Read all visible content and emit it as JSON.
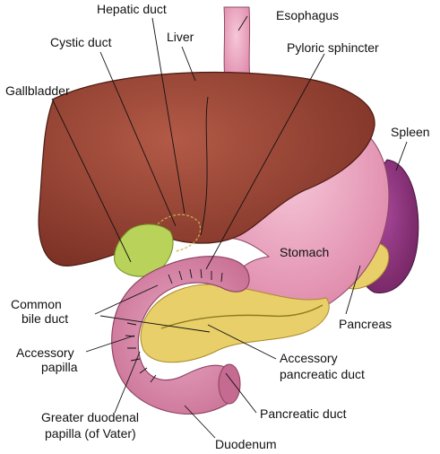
{
  "diagram": {
    "labels": {
      "hepatic_duct": "Hepatic duct",
      "esophagus": "Esophagus",
      "cystic_duct": "Cystic duct",
      "liver": "Liver",
      "pyloric_sphincter": "Pyloric sphincter",
      "gallbladder": "Gallbladder",
      "spleen": "Spleen",
      "stomach": "Stomach",
      "common_bile_duct_1": "Common",
      "common_bile_duct_2": "bile duct",
      "pancreas": "Pancreas",
      "accessory_papilla_1": "Accessory",
      "accessory_papilla_2": "papilla",
      "accessory_pancreatic_duct_1": "Accessory",
      "accessory_pancreatic_duct_2": "pancreatic duct",
      "greater_duodenal_papilla_1": "Greater duodenal",
      "greater_duodenal_papilla_2": "papilla (of Vater)",
      "pancreatic_duct": "Pancreatic duct",
      "duodenum": "Duodenum"
    },
    "colors": {
      "liver": "#8b3a2c",
      "liver_highlight": "#a95443",
      "stomach": "#e79ab8",
      "stomach_highlight": "#f2bfd2",
      "spleen": "#8a2f73",
      "pancreas": "#e8cf6a",
      "duodenum": "#d47ea0",
      "gallbladder": "#b9d25a",
      "leader": "#111111"
    }
  }
}
